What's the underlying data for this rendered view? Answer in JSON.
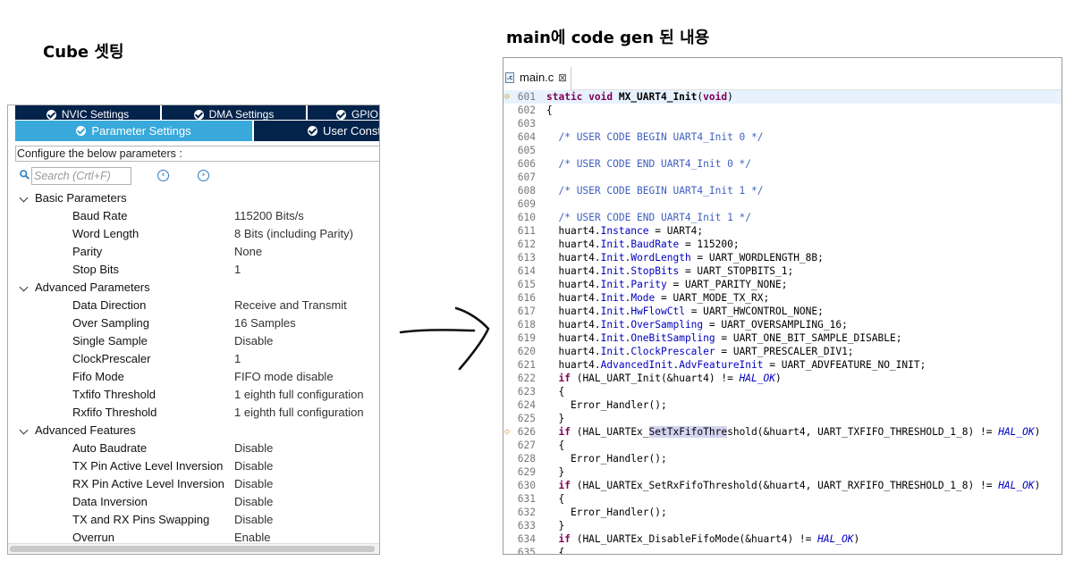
{
  "left_title": "Cube 셋팅",
  "right_title": "main에 code gen 된 내용",
  "cube": {
    "tabs_top": [
      "NVIC Settings",
      "DMA Settings",
      "GPIO Settings"
    ],
    "tabs_bottom": [
      {
        "label": "Parameter Settings",
        "active": true
      },
      {
        "label": "User Constants",
        "active": false
      }
    ],
    "configure_label": "Configure the below parameters :",
    "search_placeholder": "Search (Crtl+F)",
    "groups": [
      {
        "name": "Basic Parameters",
        "params": [
          {
            "label": "Baud Rate",
            "value": "115200 Bits/s"
          },
          {
            "label": "Word Length",
            "value": "8 Bits (including Parity)"
          },
          {
            "label": "Parity",
            "value": "None"
          },
          {
            "label": "Stop Bits",
            "value": "1"
          }
        ]
      },
      {
        "name": "Advanced Parameters",
        "params": [
          {
            "label": "Data Direction",
            "value": "Receive and Transmit"
          },
          {
            "label": "Over Sampling",
            "value": "16 Samples"
          },
          {
            "label": "Single Sample",
            "value": "Disable"
          },
          {
            "label": "ClockPrescaler",
            "value": "1"
          },
          {
            "label": "Fifo Mode",
            "value": "FIFO mode disable"
          },
          {
            "label": "Txfifo Threshold",
            "value": "1 eighth full configuration"
          },
          {
            "label": "Rxfifo Threshold",
            "value": "1 eighth full configuration"
          }
        ]
      },
      {
        "name": "Advanced Features",
        "params": [
          {
            "label": "Auto Baudrate",
            "value": "Disable"
          },
          {
            "label": "TX Pin Active Level Inversion",
            "value": "Disable"
          },
          {
            "label": "RX Pin Active Level Inversion",
            "value": "Disable"
          },
          {
            "label": "Data Inversion",
            "value": "Disable"
          },
          {
            "label": "TX and RX Pins Swapping",
            "value": "Disable"
          },
          {
            "label": "Overrun",
            "value": "Enable"
          }
        ]
      }
    ],
    "icons": {
      "search": "search-icon",
      "prev": "circle-left-icon",
      "next": "circle-right-icon",
      "check": "check-circle-icon",
      "chevron": "chevron-down-icon"
    },
    "accent_color": "#39a9db",
    "tab_dark_color": "#03234b"
  },
  "editor": {
    "tab_label": "main.c",
    "file_icon_text": ".c",
    "close_glyph": "⊠",
    "lines": [
      {
        "n": "601",
        "mark": "⊖",
        "current": true,
        "tokens": [
          [
            "kw",
            "static void "
          ],
          [
            "fn",
            "MX_UART4_Init"
          ],
          [
            "",
            "("
          ],
          [
            "kw",
            "void"
          ],
          [
            "",
            ")"
          ]
        ]
      },
      {
        "n": "602",
        "tokens": [
          [
            "",
            "{"
          ]
        ]
      },
      {
        "n": "603",
        "tokens": []
      },
      {
        "n": "604",
        "tokens": [
          [
            "",
            "  "
          ],
          [
            "cm",
            "/* USER CODE BEGIN UART4_Init 0 */"
          ]
        ]
      },
      {
        "n": "605",
        "tokens": []
      },
      {
        "n": "606",
        "tokens": [
          [
            "",
            "  "
          ],
          [
            "cm",
            "/* USER CODE END UART4_Init 0 */"
          ]
        ]
      },
      {
        "n": "607",
        "tokens": []
      },
      {
        "n": "608",
        "tokens": [
          [
            "",
            "  "
          ],
          [
            "cm",
            "/* USER CODE BEGIN UART4_Init 1 */"
          ]
        ]
      },
      {
        "n": "609",
        "tokens": []
      },
      {
        "n": "610",
        "tokens": [
          [
            "",
            "  "
          ],
          [
            "cm",
            "/* USER CODE END UART4_Init 1 */"
          ]
        ]
      },
      {
        "n": "611",
        "tokens": [
          [
            "",
            "  huart4."
          ],
          [
            "fld",
            "Instance"
          ],
          [
            "",
            " = UART4;"
          ]
        ]
      },
      {
        "n": "612",
        "tokens": [
          [
            "",
            "  huart4."
          ],
          [
            "fld",
            "Init"
          ],
          [
            "",
            "."
          ],
          [
            "fld",
            "BaudRate"
          ],
          [
            "",
            " = 115200;"
          ]
        ]
      },
      {
        "n": "613",
        "tokens": [
          [
            "",
            "  huart4."
          ],
          [
            "fld",
            "Init"
          ],
          [
            "",
            "."
          ],
          [
            "fld",
            "WordLength"
          ],
          [
            "",
            " = UART_WORDLENGTH_8B;"
          ]
        ]
      },
      {
        "n": "614",
        "tokens": [
          [
            "",
            "  huart4."
          ],
          [
            "fld",
            "Init"
          ],
          [
            "",
            "."
          ],
          [
            "fld",
            "StopBits"
          ],
          [
            "",
            " = UART_STOPBITS_1;"
          ]
        ]
      },
      {
        "n": "615",
        "tokens": [
          [
            "",
            "  huart4."
          ],
          [
            "fld",
            "Init"
          ],
          [
            "",
            "."
          ],
          [
            "fld",
            "Parity"
          ],
          [
            "",
            " = UART_PARITY_NONE;"
          ]
        ]
      },
      {
        "n": "616",
        "tokens": [
          [
            "",
            "  huart4."
          ],
          [
            "fld",
            "Init"
          ],
          [
            "",
            "."
          ],
          [
            "fld",
            "Mode"
          ],
          [
            "",
            " = UART_MODE_TX_RX;"
          ]
        ]
      },
      {
        "n": "617",
        "tokens": [
          [
            "",
            "  huart4."
          ],
          [
            "fld",
            "Init"
          ],
          [
            "",
            "."
          ],
          [
            "fld",
            "HwFlowCtl"
          ],
          [
            "",
            " = UART_HWCONTROL_NONE;"
          ]
        ]
      },
      {
        "n": "618",
        "tokens": [
          [
            "",
            "  huart4."
          ],
          [
            "fld",
            "Init"
          ],
          [
            "",
            "."
          ],
          [
            "fld",
            "OverSampling"
          ],
          [
            "",
            " = UART_OVERSAMPLING_16;"
          ]
        ]
      },
      {
        "n": "619",
        "tokens": [
          [
            "",
            "  huart4."
          ],
          [
            "fld",
            "Init"
          ],
          [
            "",
            "."
          ],
          [
            "fld",
            "OneBitSampling"
          ],
          [
            "",
            " = UART_ONE_BIT_SAMPLE_DISABLE;"
          ]
        ]
      },
      {
        "n": "620",
        "tokens": [
          [
            "",
            "  huart4."
          ],
          [
            "fld",
            "Init"
          ],
          [
            "",
            "."
          ],
          [
            "fld",
            "ClockPrescaler"
          ],
          [
            "",
            " = UART_PRESCALER_DIV1;"
          ]
        ]
      },
      {
        "n": "621",
        "tokens": [
          [
            "",
            "  huart4."
          ],
          [
            "fld",
            "AdvancedInit"
          ],
          [
            "",
            "."
          ],
          [
            "fld",
            "AdvFeatureInit"
          ],
          [
            "",
            " = UART_ADVFEATURE_NO_INIT;"
          ]
        ]
      },
      {
        "n": "622",
        "tokens": [
          [
            "",
            "  "
          ],
          [
            "kw",
            "if"
          ],
          [
            "",
            " (HAL_UART_Init(&huart4) != "
          ],
          [
            "mac",
            "HAL_OK"
          ],
          [
            "",
            ")"
          ]
        ]
      },
      {
        "n": "623",
        "tokens": [
          [
            "",
            "  {"
          ]
        ]
      },
      {
        "n": "624",
        "tokens": [
          [
            "",
            "    Error_Handler();"
          ]
        ]
      },
      {
        "n": "625",
        "tokens": [
          [
            "",
            "  }"
          ]
        ]
      },
      {
        "n": "626",
        "mark": "◇",
        "tokens": [
          [
            "",
            "  "
          ],
          [
            "kw",
            "if"
          ],
          [
            "",
            " (HAL_UARTEx_"
          ],
          [
            "hl",
            "SetTxFifoThre"
          ],
          [
            "",
            "shold(&huart4, UART_TXFIFO_THRESHOLD_1_8) != "
          ],
          [
            "mac",
            "HAL_OK"
          ],
          [
            "",
            ")"
          ]
        ]
      },
      {
        "n": "627",
        "tokens": [
          [
            "",
            "  {"
          ]
        ]
      },
      {
        "n": "628",
        "tokens": [
          [
            "",
            "    Error_Handler();"
          ]
        ]
      },
      {
        "n": "629",
        "tokens": [
          [
            "",
            "  }"
          ]
        ]
      },
      {
        "n": "630",
        "tokens": [
          [
            "",
            "  "
          ],
          [
            "kw",
            "if"
          ],
          [
            "",
            " (HAL_UARTEx_SetRxFifoThreshold(&huart4, UART_RXFIFO_THRESHOLD_1_8) != "
          ],
          [
            "mac",
            "HAL_OK"
          ],
          [
            "",
            ")"
          ]
        ]
      },
      {
        "n": "631",
        "tokens": [
          [
            "",
            "  {"
          ]
        ]
      },
      {
        "n": "632",
        "tokens": [
          [
            "",
            "    Error_Handler();"
          ]
        ]
      },
      {
        "n": "633",
        "tokens": [
          [
            "",
            "  }"
          ]
        ]
      },
      {
        "n": "634",
        "tokens": [
          [
            "",
            "  "
          ],
          [
            "kw",
            "if"
          ],
          [
            "",
            " (HAL_UARTEx_DisableFifoMode(&huart4) != "
          ],
          [
            "mac",
            "HAL_OK"
          ],
          [
            "",
            ")"
          ]
        ]
      },
      {
        "n": "635",
        "tokens": [
          [
            "",
            "  {"
          ]
        ]
      }
    ],
    "colors": {
      "keyword": "#7f0055",
      "comment": "#3f5fbf",
      "field": "#0000c0",
      "current_line": "#e8f2fe",
      "highlight": "#d4d4f0"
    }
  }
}
